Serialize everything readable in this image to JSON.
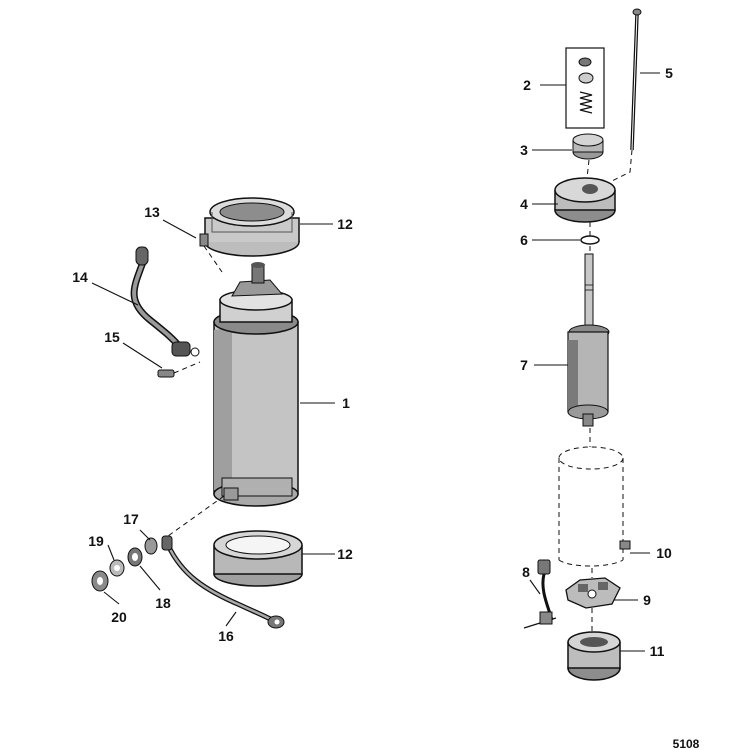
{
  "callouts": {
    "c1": "1",
    "c2": "2",
    "c3": "3",
    "c4": "4",
    "c5": "5",
    "c6": "6",
    "c7": "7",
    "c8": "8",
    "c9": "9",
    "c10": "10",
    "c11": "11",
    "c12a": "12",
    "c12b": "12",
    "c13": "13",
    "c14": "14",
    "c15": "15",
    "c16": "16",
    "c17": "17",
    "c18": "18",
    "c19": "19",
    "c20": "20"
  },
  "figure_number": "5108"
}
